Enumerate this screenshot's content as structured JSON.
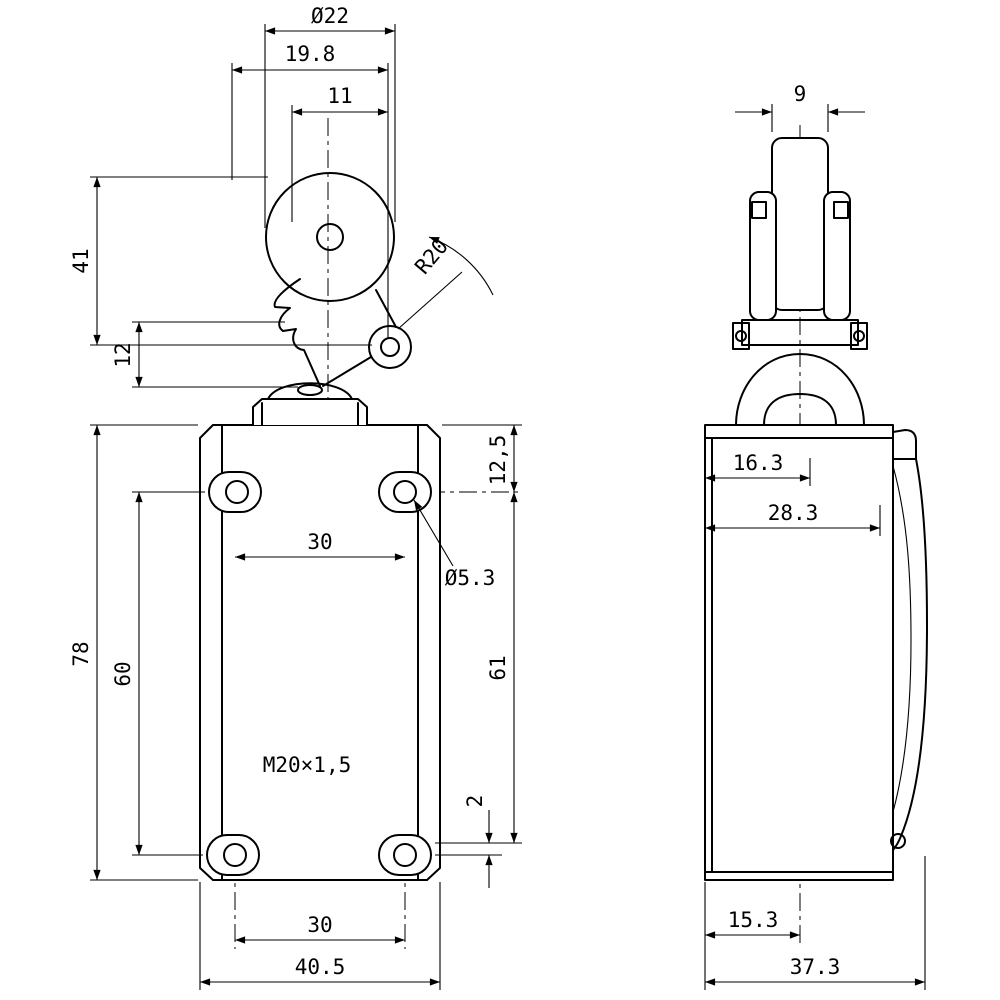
{
  "front_view": {
    "roller_diameter": "Ø22",
    "dim_19_8": "19.8",
    "dim_11": "11",
    "dim_41": "41",
    "dim_12": "12",
    "dim_78": "78",
    "dim_60": "60",
    "dim_30_top": "30",
    "hole_diameter": "Ø5.3",
    "dim_12_5": "12,5",
    "dim_61": "61",
    "dim_2": "2",
    "radius_r20": "R20",
    "thread": "M20×1,5",
    "dim_30_bottom": "30",
    "dim_40_5": "40.5"
  },
  "side_view": {
    "dim_9": "9",
    "dim_16_3": "16.3",
    "dim_28_3": "28.3",
    "dim_15_3": "15.3",
    "dim_37_3": "37.3"
  }
}
